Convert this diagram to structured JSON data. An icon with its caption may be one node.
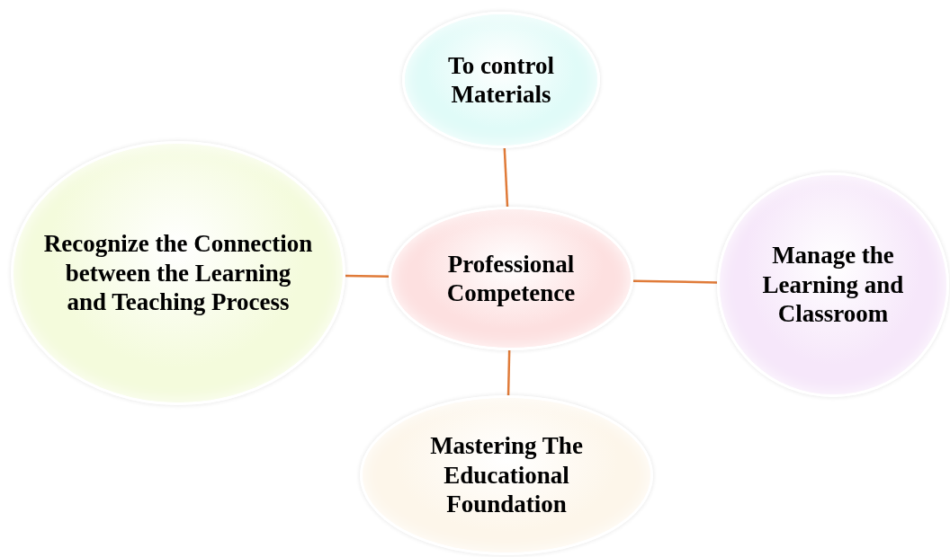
{
  "diagram": {
    "nodes": [
      {
        "text": [
          "To control Materials"
        ]
      },
      {
        "text": [
          "Recognize the Connection between the Learning and Teaching Process"
        ]
      },
      {
        "text": [
          "Professional Competence"
        ]
      },
      {
        "text": [
          "Manage the Learning and Classroom"
        ]
      },
      {
        "text": [
          "Mastering The Educational Foundation"
        ]
      }
    ],
    "edges": [
      {
        "from": 2,
        "to": 0,
        "arrow": "none"
      },
      {
        "from": 2,
        "to": 1,
        "arrow": "none"
      },
      {
        "from": 2,
        "to": 3,
        "arrow": "none"
      },
      {
        "from": 2,
        "to": 4,
        "arrow": "none"
      }
    ]
  }
}
